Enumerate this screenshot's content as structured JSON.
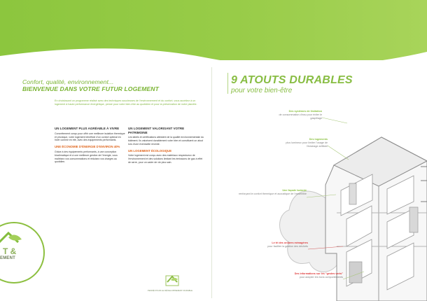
{
  "left_page": {
    "kicker_line1": "Confort, qualité, environnement...",
    "kicker_line2": "BIENVENUE DANS VOTRE FUTUR LOGEMENT",
    "intro": "En choisissant un programme réalisé avec des techniques soucieuses de l’environnement et du confort, vous accédez à un logement à haute performance énergétique, pensé pour votre bien-être au quotidien et pour la préservation de notre planète.",
    "columns": [
      {
        "heading": "UN LOGEMENT PLUS AGRÉABLE À VIVRE",
        "paragraph_1": "Concrètement conçu pour offrir une meilleure isolation thermique et phonique, votre logement bénéficie d’un confort optimal en hiver comme en été, avec des équipements performants.",
        "subheading": "UNE ÉCONOMIE D’ÉNERGIE D’ENVIRON 40%",
        "paragraph_2": "Grâce à des équipements performants, à une conception bioclimatique et à une meilleure gestion de l’énergie, vous maîtrisez vos consommations et réduisez vos charges au quotidien."
      },
      {
        "heading": "UN LOGEMENT VALORISANT VOTRE PATRIMOINE",
        "paragraph_1": "Les labels et certifications attestent de la qualité environnementale du bâtiment. Ils valorisent durablement votre bien et constituent un atout lors d’une éventuelle revente.",
        "subheading": "UN LOGEMENT ÉCOLOGIQUE",
        "paragraph_2": "Votre logement est conçu avec des matériaux respectueux de l’environnement et des solutions limitant les émissions de gaz à effet de serre, pour un cadre de vie plus sain."
      }
    ],
    "logo": {
      "mark": "logo-mark",
      "text": "T &",
      "subtext": "EMENT"
    },
    "footer": {
      "tagline": "PENSÉ POUR LE DÉVELOPPEMENT DURABLE"
    }
  },
  "right_page": {
    "title": "9 ATOUTS DURABLES",
    "subtitle": "pour votre bien-être",
    "callouts": [
      {
        "accent": "Des systèmes de limitation",
        "text": "de consommation d’eau pour éviter le gaspillage"
      },
      {
        "accent": "Des logements",
        "text": "plus lumineux pour limiter l’usage de l’éclairage artificiel"
      },
      {
        "accent": "Une façade isolante",
        "text": "renforçant le confort thermique et acoustique de l’ensemble"
      },
      {
        "accent": "Le tri des ordures ménagères",
        "text": "pour faciliter la gestion des déchets"
      },
      {
        "accent": "Des informations sur les “gestes verts”",
        "text": "pour adopter les bons comportements"
      }
    ]
  },
  "colors": {
    "band": "#8cc63e",
    "accent": "#88bd43",
    "orange": "#e0671f",
    "red": "#de3b3b"
  }
}
